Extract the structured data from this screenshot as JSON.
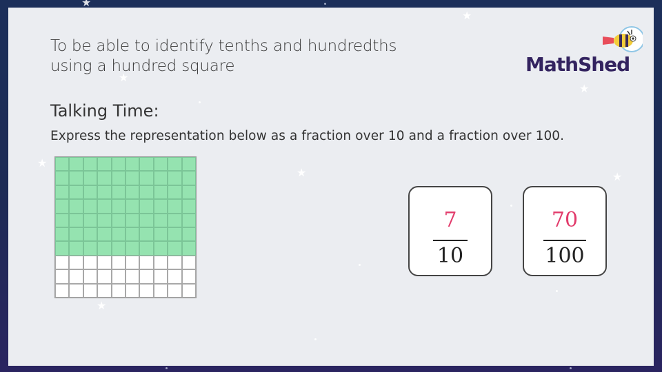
{
  "slide": {
    "objective_line1": "To be able to identify tenths and hundredths",
    "objective_line2": "using a hundred square",
    "talking_heading": "Talking Time:",
    "instruction": "Express the representation below as a fraction over 10 and a fraction over 100."
  },
  "logo": {
    "text": "MathShed"
  },
  "hundred_square": {
    "rows": 10,
    "columns": 10,
    "shaded_rows": 7,
    "shaded_color": "#95e3b0"
  },
  "fractions": [
    {
      "numerator": "7",
      "denominator": "10"
    },
    {
      "numerator": "70",
      "denominator": "100"
    }
  ],
  "colors": {
    "numerator": "#e23b6b",
    "logo": "#33235f"
  }
}
